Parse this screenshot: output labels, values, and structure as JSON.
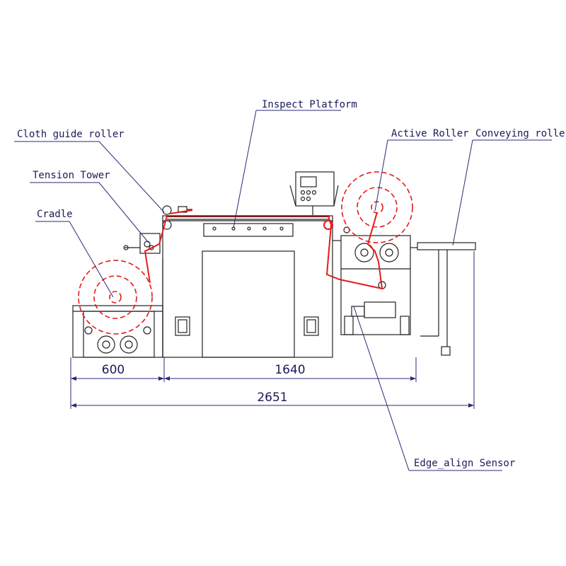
{
  "labels": {
    "inspect_platform": "Inspect Platform",
    "cloth_guide_roller": "Cloth guide roller",
    "tension_tower": "Tension Tower",
    "cradle": "Cradle",
    "active_roller": "Active Roller",
    "conveying_roller": "Conveying roller",
    "edge_align_sensor": "Edge_align Sensor"
  },
  "dimensions": {
    "cradle_width": "600",
    "main_width": "1640",
    "overall_width": "2651"
  },
  "colors": {
    "fabric_path": "#e31b1b",
    "leader_lines": "#2a2a7a",
    "machine_outline": "#222222"
  }
}
